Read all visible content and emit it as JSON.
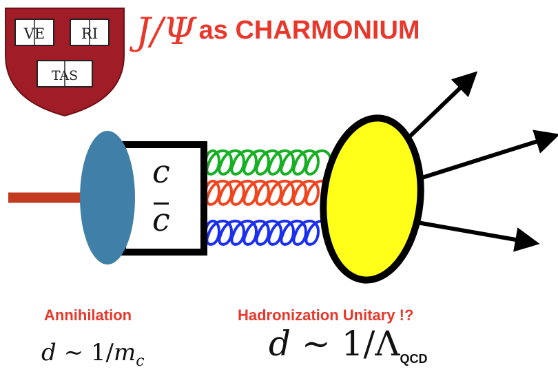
{
  "title": {
    "math": "J/Ψ",
    "text": "as CHARMONIUM"
  },
  "shield": {
    "books": [
      "VE",
      "RI",
      "TAS"
    ]
  },
  "quarks": {
    "top": "c",
    "bottom": "c"
  },
  "left_caption": "Annihilation",
  "right_caption": "Hadronization Unitary !?",
  "left_formula": {
    "d": "d",
    "sim": "∼",
    "one_over": "1/",
    "m": "m",
    "sub": "c"
  },
  "right_formula": {
    "d": "d",
    "sim": "∼",
    "one_over": "1/",
    "lambda": "Λ",
    "sub": "QCD"
  },
  "colors": {
    "accent_red": "#e8372b",
    "shield_red": "#a01c26",
    "blob_blue": "#3f7fa8",
    "hadron_yellow": "#ffff1a",
    "gluon_green": "#17b024",
    "gluon_red": "#f0451f",
    "gluon_blue": "#1b2ff0",
    "photon_line": "#c23a1f"
  }
}
